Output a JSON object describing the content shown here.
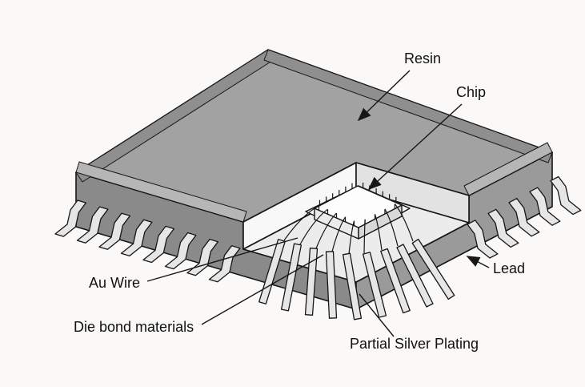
{
  "diagram": {
    "labels": {
      "resin": "Resin",
      "chip": "Chip",
      "lead": "Lead",
      "au_wire": "Au Wire",
      "die_bond_materials": "Die bond materials",
      "partial_silver_plating": "Partial Silver Plating"
    },
    "colors": {
      "background": "#faf9f7",
      "outline": "#161616",
      "resin_top": "#a2a2a2",
      "bevel_back": "#8f8f8f",
      "bevel_front": "#b6b6b6",
      "side_left": "#8a8a8a",
      "side_right": "#9a9a9a",
      "cut_wall_bright": "#f8f8f8",
      "cut_wall_shaded": "#e2e2e2",
      "floor": "#ececec",
      "die_pad": "#f4f4f4",
      "lead_fill": "#e6e6e6",
      "chip_top": "#fdfdfd",
      "chip_side_left": "#ebebeb",
      "chip_side_right": "#d9d9d9",
      "wire": "#161616",
      "label_text": "#111111"
    }
  }
}
